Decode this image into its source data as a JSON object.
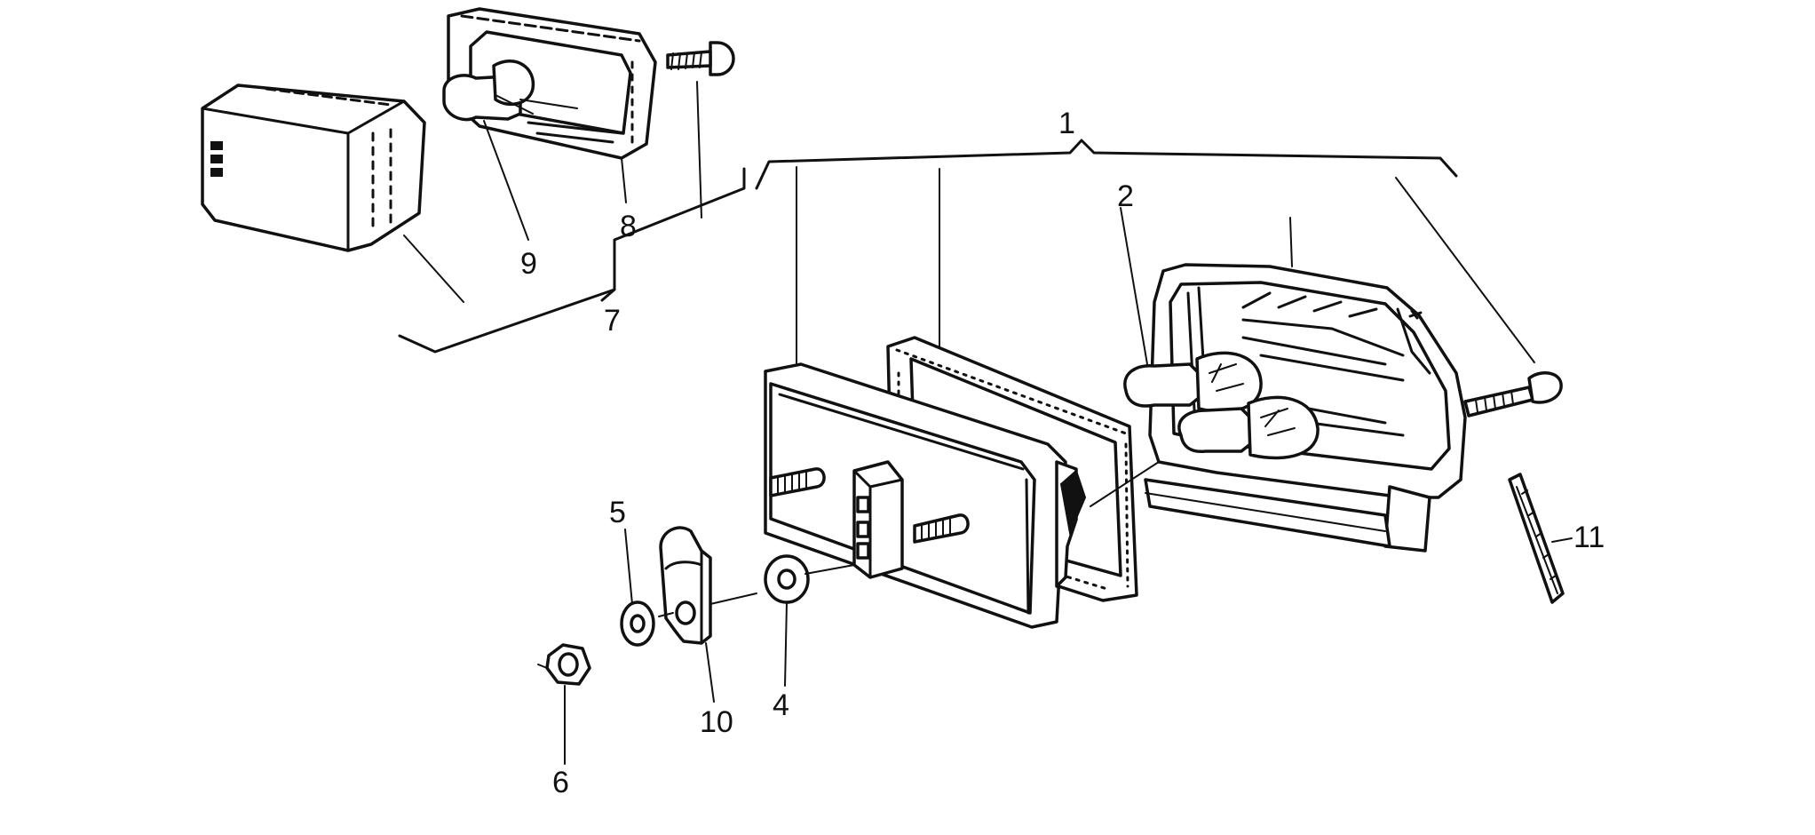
{
  "labels": {
    "p1": "1",
    "p2": "2",
    "p4": "4",
    "p5": "5",
    "p6": "6",
    "p7": "7",
    "p8": "8",
    "p9": "9",
    "p10": "10",
    "p11": "11"
  },
  "colors": {
    "ink": "#111111",
    "paper": "#ffffff"
  }
}
